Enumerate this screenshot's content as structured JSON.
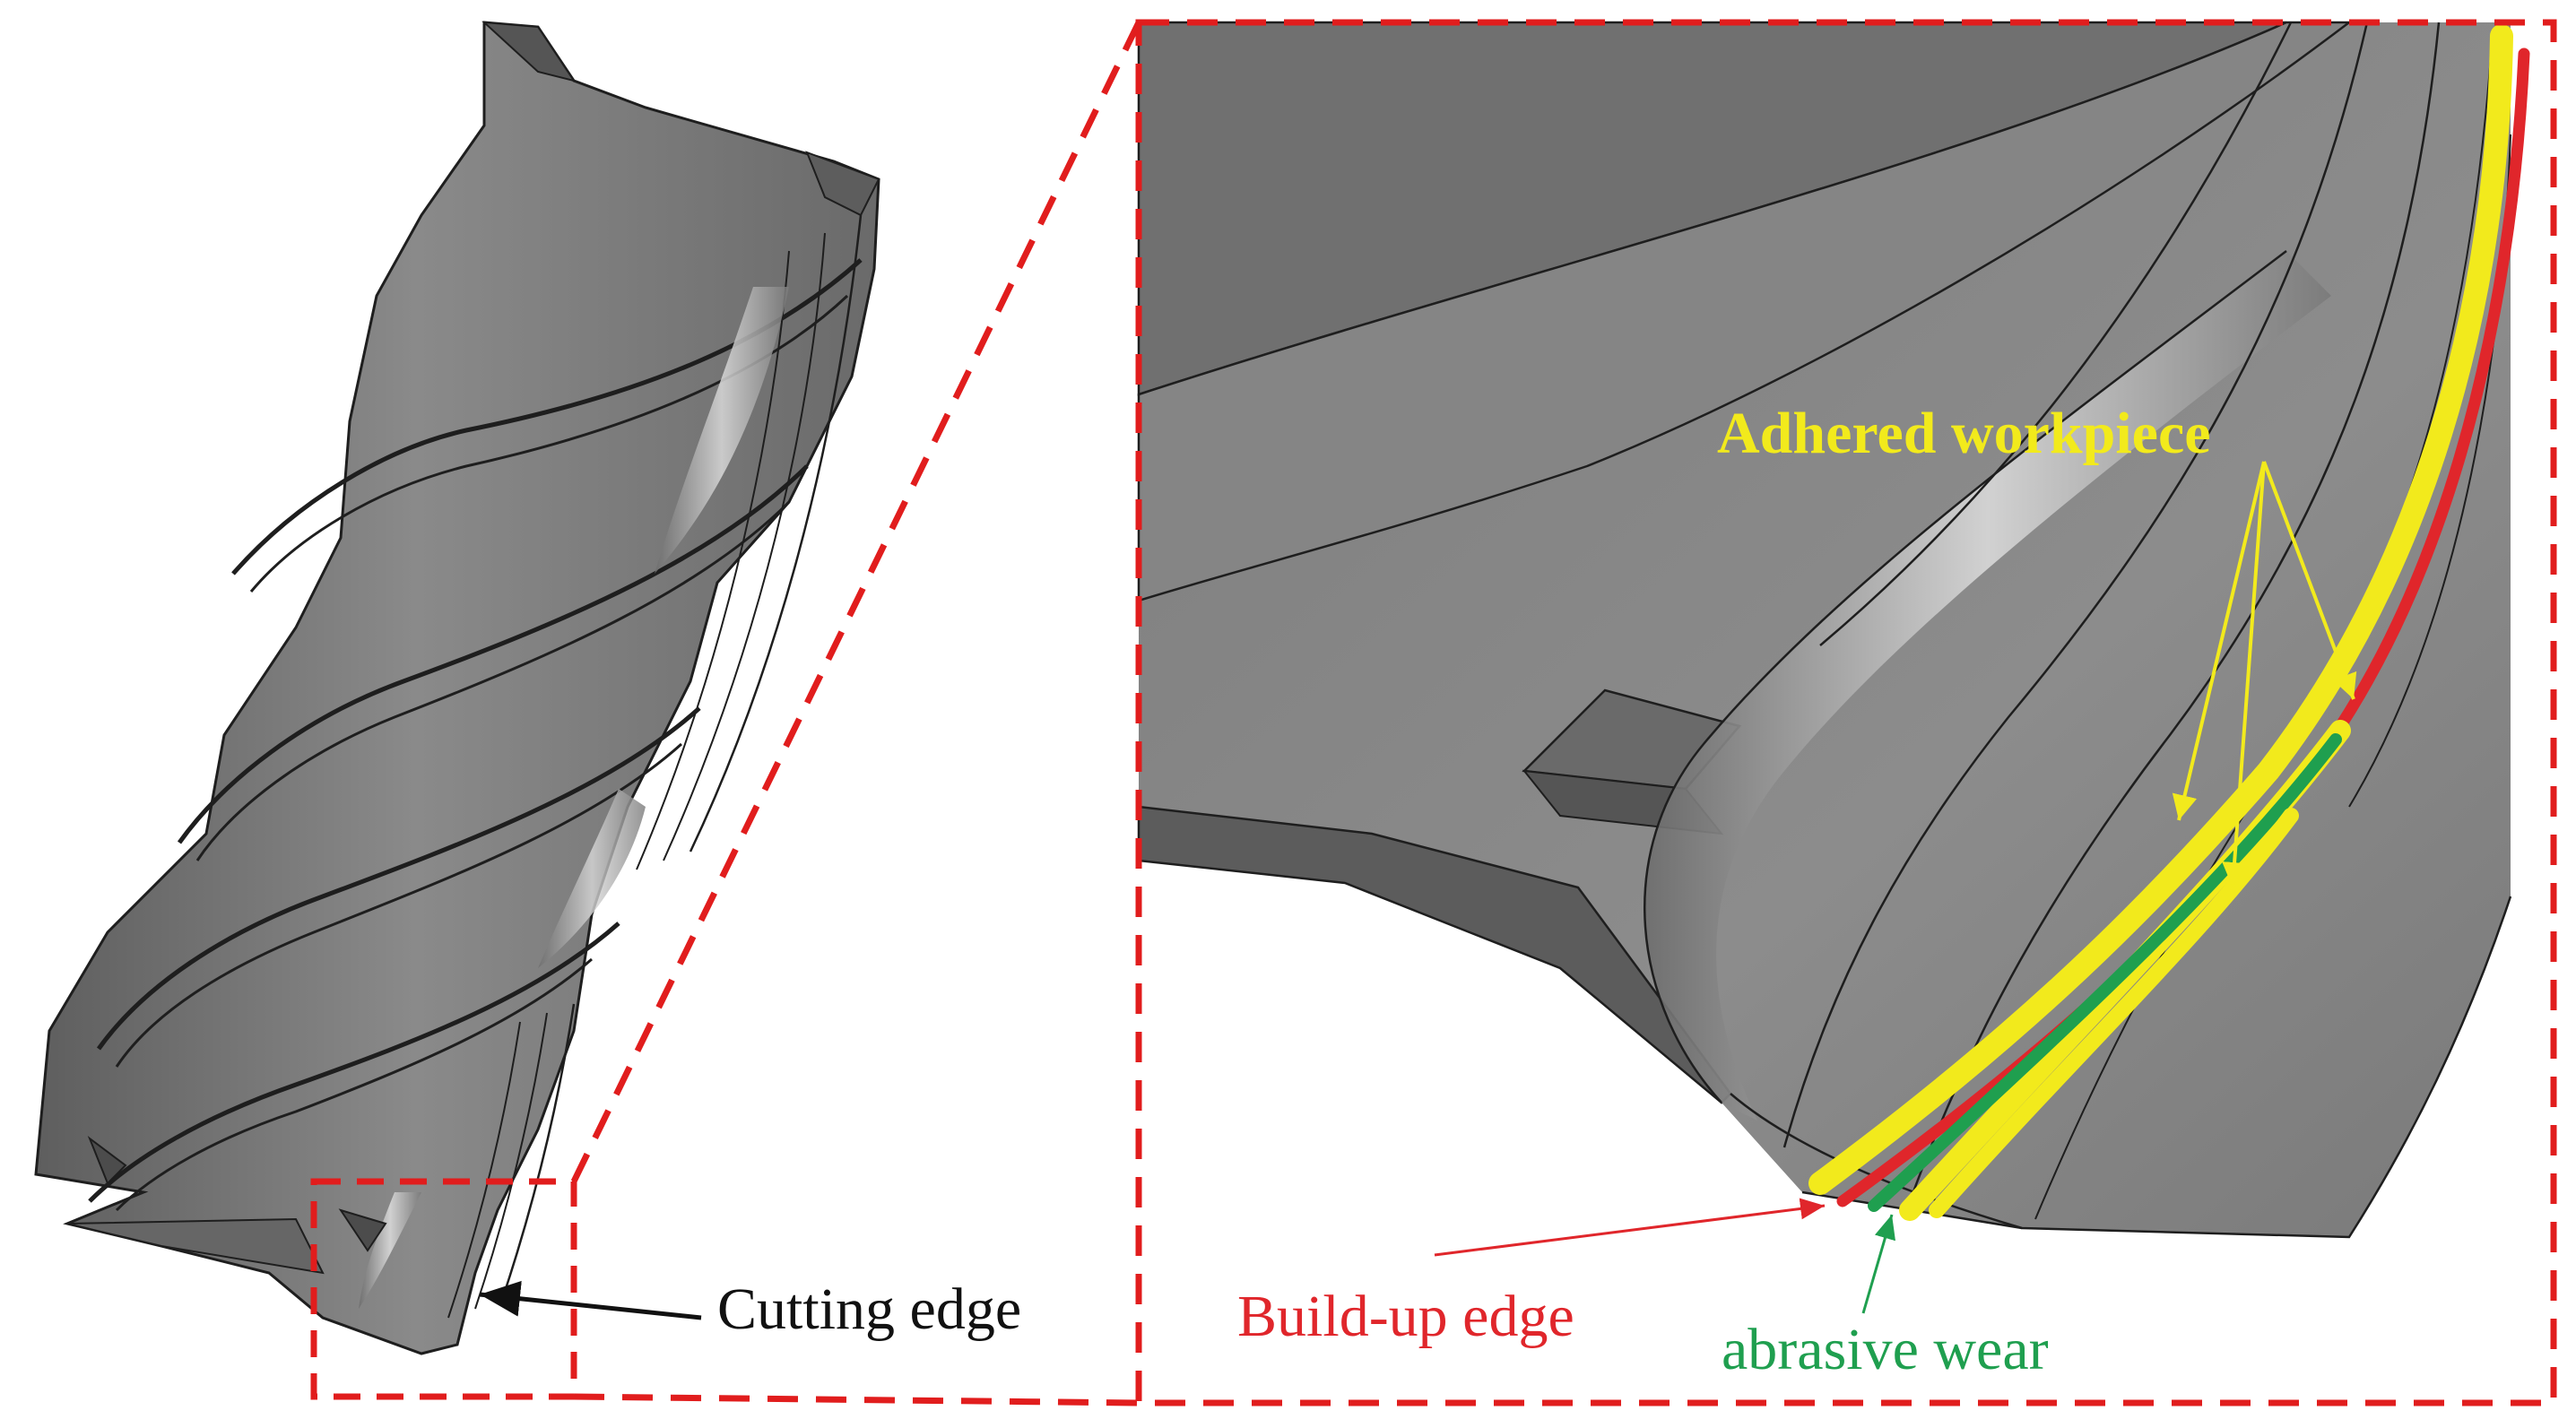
{
  "labels": {
    "cutting_edge": "Cutting edge",
    "adhered_workpiece": "Adhered workpiece",
    "build_up_edge": "Build-up edge",
    "abrasive_wear": "abrasive wear"
  },
  "colors": {
    "dashed_frame": "#e11d1d",
    "adhered_workpiece": "#f2ea1c",
    "build_up_edge": "#e0262b",
    "abrasive_wear": "#1f9f4f",
    "tool_body": "#7b7b7b",
    "edge_line": "#1e1e1e"
  }
}
